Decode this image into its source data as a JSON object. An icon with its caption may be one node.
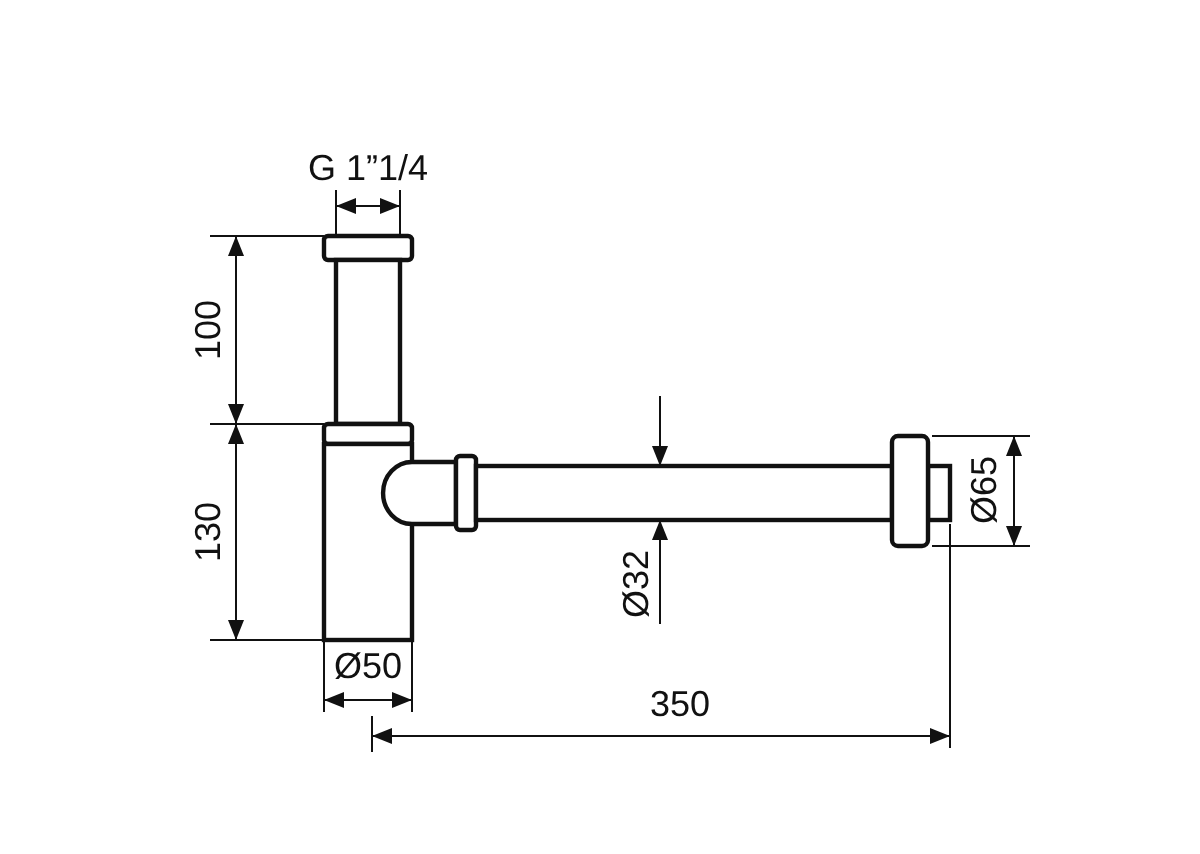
{
  "diagram": {
    "labels": [
      "G 1”1/4",
      "100",
      "Ø65",
      "130",
      "Ø32",
      "Ø50",
      "350"
    ]
  }
}
